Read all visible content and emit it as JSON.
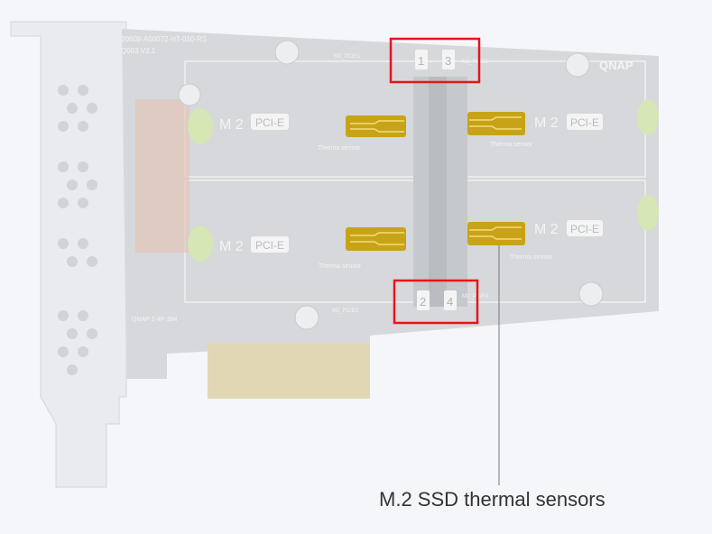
{
  "card": {
    "part_number": "20608-A00072-HT-010-RS",
    "revision": "Q003 V2.1",
    "brand": "QNAP",
    "model_code": "QNAP 2-4P-384",
    "slots": [
      {
        "number": "1",
        "port_label": "M2_PCIE1",
        "m2_text": "M 2",
        "pcie_text": "PCI-E",
        "sensor_label": "Therma sensor"
      },
      {
        "number": "3",
        "port_label": "M2_PCIE3",
        "m2_text": "M 2",
        "pcie_text": "PCI-E",
        "sensor_label": "Therma sensor"
      },
      {
        "number": "2",
        "port_label": "M2_PCIE2",
        "m2_text": "M 2",
        "pcie_text": "PCI-E",
        "sensor_label": "Therma sensor"
      },
      {
        "number": "4",
        "port_label": "M2_PCIE4",
        "m2_text": "M 2",
        "pcie_text": "PCI-E",
        "sensor_label": "Therma sensor"
      }
    ]
  },
  "callout": {
    "label": "M.2 SSD thermal sensors"
  },
  "colors": {
    "highlight": "#e8141b",
    "sensor": "#c9a317",
    "pcb": "#d6d8db",
    "background": "#f4f6f9"
  }
}
